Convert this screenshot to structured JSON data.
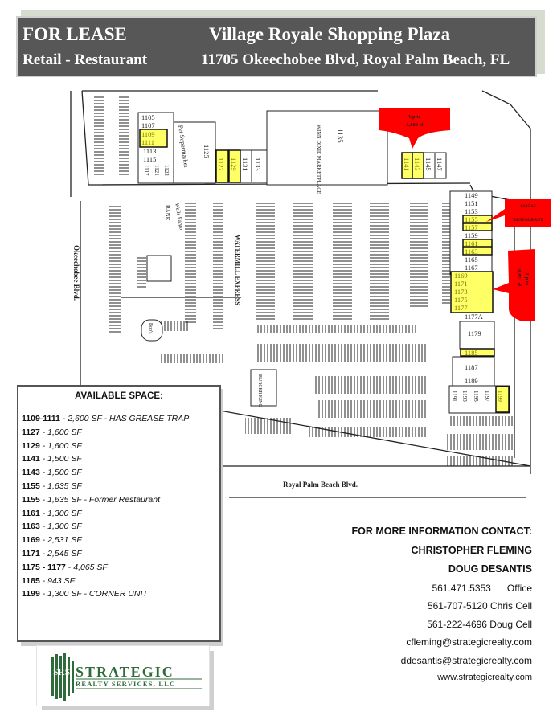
{
  "header": {
    "for_lease": "FOR LEASE",
    "title": "Village Royale Shopping Plaza",
    "type": "Retail - Restaurant",
    "address": "11705 Okeechobee Blvd, Royal Palm Beach, FL"
  },
  "map": {
    "roads": {
      "left": "Okeechobee Blvd.",
      "bottom": "Royal Palm Beach Blvd."
    },
    "tenants": {
      "winn_dixie": "1135",
      "winn_dixie_name": "WINN DIXIE MARKETPLACE",
      "pet": "Pet Supermarket",
      "pet_unit": "1125",
      "bank": "BANK",
      "wells": "Wells Fargo",
      "waterman": "WATERMILL EXPRESS",
      "burger": "BURGER KING",
      "bobs": "Bob's"
    },
    "units_left": [
      "1105",
      "1107",
      "1109",
      "1111",
      "1113",
      "1115",
      "1117",
      "1121",
      "1123"
    ],
    "units_top": [
      "1127",
      "1129",
      "1131",
      "1133",
      "1141",
      "1143",
      "1145",
      "1147"
    ],
    "units_right": [
      "1149",
      "1151",
      "1153",
      "1155",
      "1157",
      "1159",
      "1161",
      "1163",
      "1165",
      "1167",
      "1169",
      "1171",
      "1173",
      "1175",
      "1177",
      "1177A",
      "1179",
      "1185",
      "1187",
      "1189"
    ],
    "units_bottom": [
      "1191",
      "1193",
      "1195",
      "1197",
      "1199"
    ],
    "callouts": [
      {
        "line1": "Up to",
        "line2": "3,000 sf"
      },
      {
        "line1": "1,635 SF",
        "line2": "RESTAURANT"
      },
      {
        "line1": "Up to",
        "line2": "10,821 sf"
      }
    ],
    "colors": {
      "available": "#ffff66",
      "callout": "#ff0000"
    }
  },
  "available": {
    "title": "AVAILABLE SPACE:",
    "items": [
      {
        "unit": "1109-1111",
        "detail": "2,600 SF - HAS GREASE TRAP"
      },
      {
        "unit": "1127",
        "detail": " 1,600 SF"
      },
      {
        "unit": "1129",
        "detail": " 1,600 SF"
      },
      {
        "unit": "1141",
        "detail": "1,500 SF"
      },
      {
        "unit": "1143",
        "detail": "1,500 SF"
      },
      {
        "unit": "1155",
        "detail": "1,635 SF"
      },
      {
        "unit": "1155",
        "detail": "1,635 SF - Former Restaurant"
      },
      {
        "unit": "1161",
        "detail": "1,300 SF"
      },
      {
        "unit": "1163",
        "detail": "1,300 SF"
      },
      {
        "unit": "1169",
        "detail": "2,531 SF"
      },
      {
        "unit": "1171",
        "detail": "2,545 SF"
      },
      {
        "unit": "1175 - 1177",
        "detail": "4,065 SF"
      },
      {
        "unit": "1185",
        "detail": "943 SF"
      },
      {
        "unit": "1199",
        "detail": "1,300 SF - CORNER UNIT"
      }
    ]
  },
  "contact": {
    "heading": "FOR MORE INFORMATION CONTACT:",
    "name1": "CHRISTOPHER FLEMING",
    "name2": "DOUG DESANTIS",
    "office": "561.471.5353      Office",
    "chris_cell": "561-707-5120 Chris Cell",
    "doug_cell": "561-222-4696 Doug Cell",
    "email1": "cfleming@strategicrealty.com",
    "email2": "ddesantis@strategicrealty.com",
    "website": "www.strategicrealty.com"
  },
  "logo": {
    "initials": "SRS",
    "name": "STRATEGIC",
    "sub": "REALTY SERVICES, LLC"
  }
}
